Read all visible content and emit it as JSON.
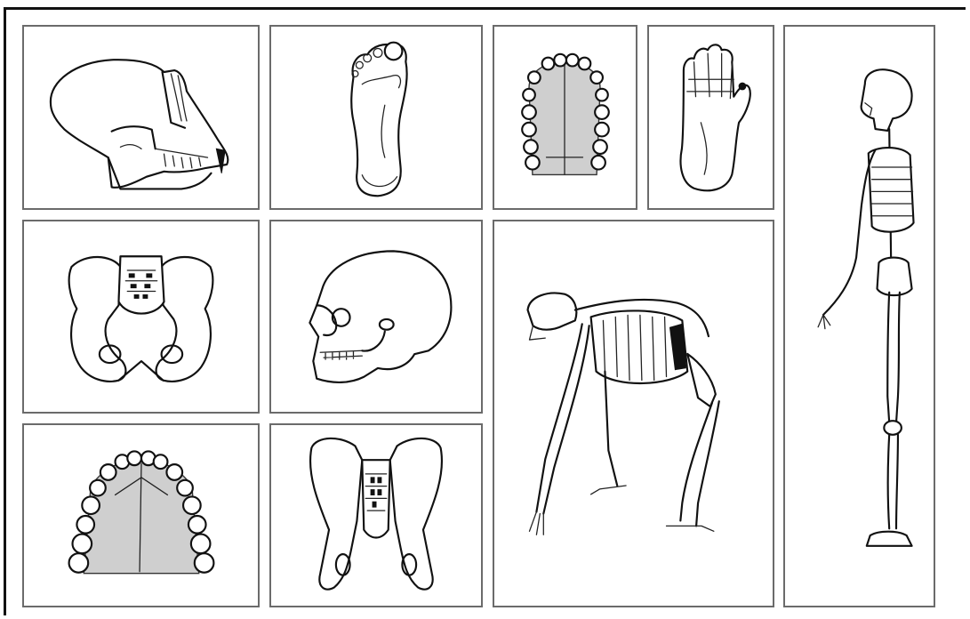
{
  "figure": {
    "description_visible_text": "",
    "panels": [
      {
        "id": "chimp-skull",
        "icon": "ape-skull-icon"
      },
      {
        "id": "human-foot",
        "icon": "foot-sole-icon"
      },
      {
        "id": "human-palate-small",
        "icon": "dental-arch-icon"
      },
      {
        "id": "ape-hand",
        "icon": "hand-icon"
      },
      {
        "id": "human-skeleton",
        "icon": "upright-skeleton-icon"
      },
      {
        "id": "human-pelvis",
        "icon": "pelvis-icon"
      },
      {
        "id": "human-skull",
        "icon": "human-skull-icon"
      },
      {
        "id": "chimp-skeleton",
        "icon": "quadruped-skeleton-icon"
      },
      {
        "id": "ape-palate",
        "icon": "dental-arch-icon"
      },
      {
        "id": "ape-pelvis",
        "icon": "pelvis-icon"
      }
    ],
    "colors": {
      "outline": "#111111",
      "panel_border": "#6b6b6b",
      "palate_fill": "#cfcfcf",
      "background": "#ffffff"
    }
  }
}
